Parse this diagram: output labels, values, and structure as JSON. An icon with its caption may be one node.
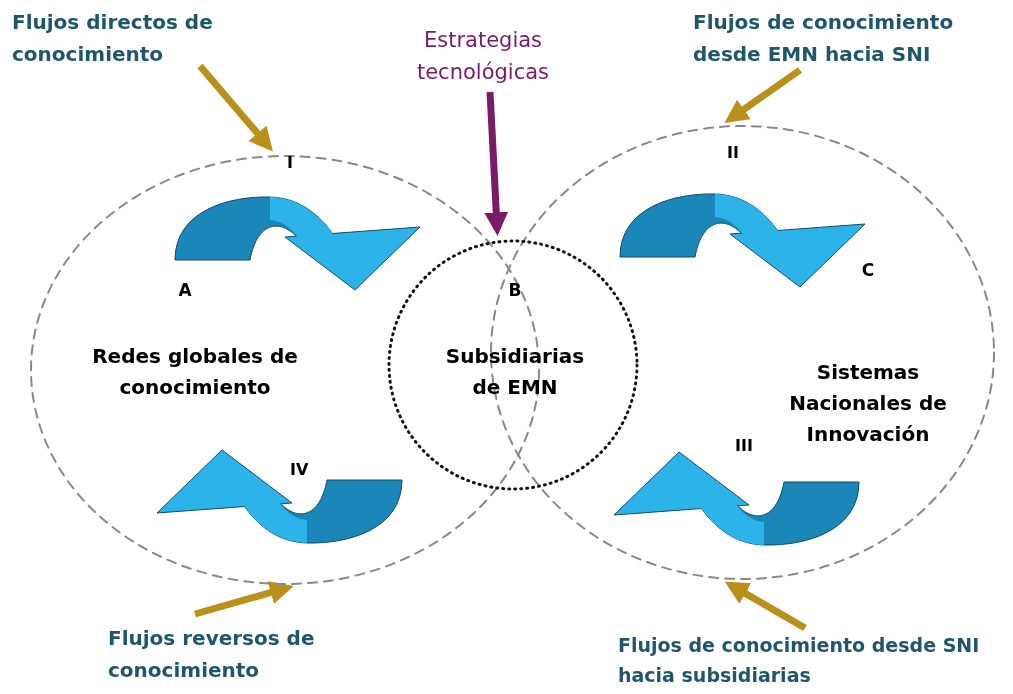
{
  "diagram": {
    "nodes": [
      {
        "text": [
          "A",
          "Redes globales de conocimiento"
        ]
      },
      {
        "text": [
          "C",
          "Sistemas Nacionales de Innovación"
        ]
      },
      {
        "text": [
          "B",
          "Subsidiarias de EMN"
        ]
      },
      {
        "text": [
          "Flujos directos de conocimiento"
        ]
      },
      {
        "text": [
          "Estrategias tecnológicas"
        ]
      },
      {
        "text": [
          "Flujos de conocimiento desde EMN hacia SNI"
        ]
      },
      {
        "text": [
          "Flujos reversos de conocimiento"
        ]
      },
      {
        "text": [
          "Flujos de conocimiento desde SNI hacia subsidiarias"
        ]
      }
    ],
    "edges": [
      {
        "from": 3,
        "to": 0,
        "arrow": "to"
      },
      {
        "from": 4,
        "to": 2,
        "arrow": "to",
        "color": "#7a1a68"
      },
      {
        "from": 5,
        "to": 1,
        "arrow": "to"
      },
      {
        "from": 6,
        "to": 0,
        "arrow": "to"
      },
      {
        "from": 7,
        "to": 1,
        "arrow": "to"
      }
    ],
    "labels": [
      "I",
      "II",
      "III",
      "IV"
    ]
  }
}
